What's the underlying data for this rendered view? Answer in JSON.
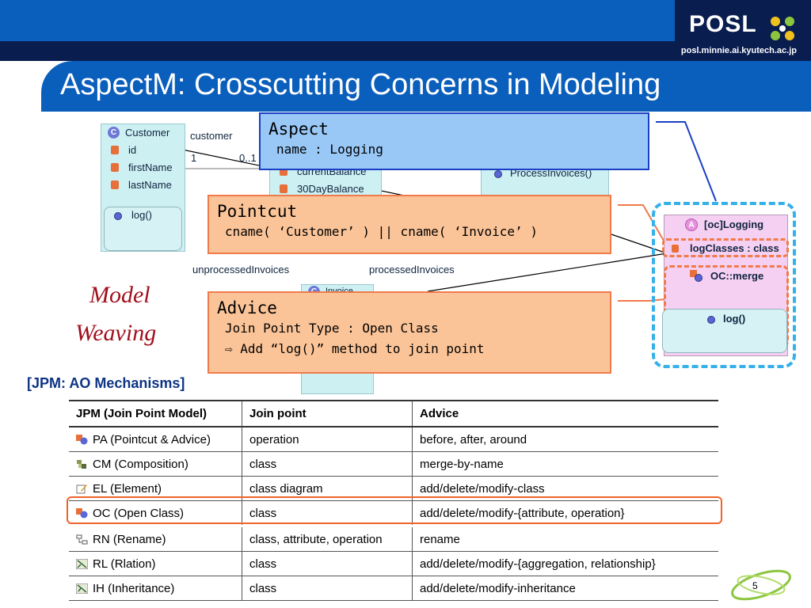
{
  "header": {
    "logo": "POSL",
    "url": "posl.minnie.ai.kyutech.ac.jp",
    "title": "AspectM: Crosscutting Concerns in Modeling",
    "colors": {
      "primary": "#0a5ebc",
      "dark": "#0a1d4f",
      "accent": "#a10f1c"
    }
  },
  "uml": {
    "customer": {
      "name": "Customer",
      "attributes": [
        "id",
        "firstName",
        "lastName"
      ],
      "operations": [
        "log()"
      ]
    },
    "account_partial": {
      "attributes": [
        "currentBalance",
        "30DayBalance"
      ]
    },
    "processor_partial": {
      "operations": [
        "ProcessInvoices()"
      ]
    },
    "invoice_partial": {
      "name": "Invoice"
    },
    "relations": {
      "customer_role": "customer",
      "mult_left": "1",
      "mult_right": "0..1",
      "unprocessed": "unprocessedInvoices",
      "processed": "processedInvoices"
    },
    "logging": {
      "name": "[oc]Logging",
      "attribute": "logClasses : class",
      "advice": "OC::merge",
      "operation": "log()"
    }
  },
  "callouts": {
    "aspect": {
      "title": "Aspect",
      "line1": "name : Logging",
      "bg": "#99c8f7",
      "border": "#1a3fc4"
    },
    "pointcut": {
      "title": "Pointcut",
      "line1": "cname( ‘Customer’ ) || cname( ‘Invoice’ )",
      "bg": "#fbc498",
      "border": "#f07a4a"
    },
    "advice": {
      "title": "Advice",
      "line1": "Join Point Type : Open Class",
      "line2": "⇨ Add “log()” method to join point",
      "bg": "#fbc498",
      "border": "#f07a4a"
    }
  },
  "model_weaving": {
    "line1": "Model",
    "line2": "Weaving"
  },
  "jpm": {
    "heading": "[JPM: AO Mechanisms]",
    "columns": [
      "JPM (Join Point Model)",
      "Join point",
      "Advice"
    ],
    "rows": [
      {
        "icon": "pa-icon",
        "mechanism": "PA (Pointcut & Advice)",
        "join_point": "operation",
        "advice": "before, after, around"
      },
      {
        "icon": "cm-icon",
        "mechanism": "CM (Composition)",
        "join_point": "class",
        "advice": "merge-by-name"
      },
      {
        "icon": "el-icon",
        "mechanism": "EL (Element)",
        "join_point": "class diagram",
        "advice": "add/delete/modify-class"
      },
      {
        "icon": "oc-icon",
        "mechanism": "OC (Open Class)",
        "join_point": "class",
        "advice": "add/delete/modify-{attribute, operation}"
      },
      {
        "icon": "rn-icon",
        "mechanism": "RN (Rename)",
        "join_point": "class, attribute, operation",
        "advice": "rename"
      },
      {
        "icon": "rl-icon",
        "mechanism": "RL (Rlation)",
        "join_point": "class",
        "advice": "add/delete/modify-{aggregation, relationship}"
      },
      {
        "icon": "ih-icon",
        "mechanism": "IH (Inheritance)",
        "join_point": "class",
        "advice": "add/delete/modify-inheritance"
      }
    ]
  },
  "page": {
    "number": "5"
  }
}
